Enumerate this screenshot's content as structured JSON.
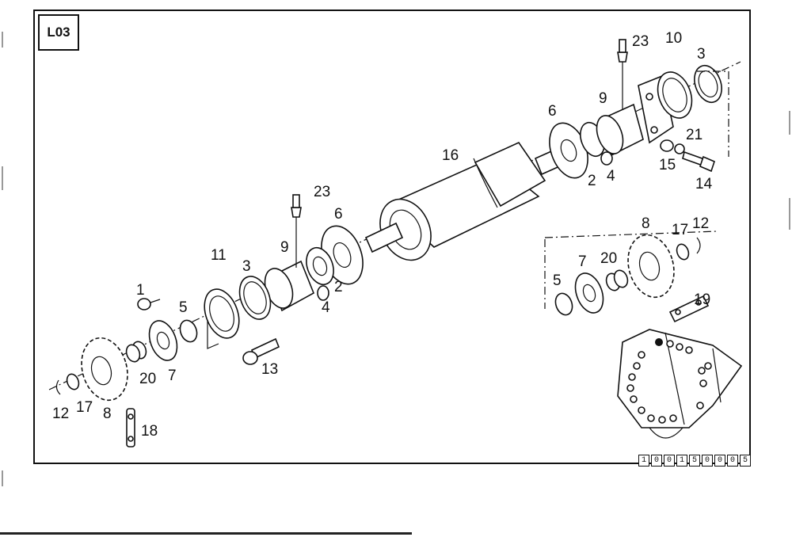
{
  "section_code": "L03",
  "document_number_digits": [
    "1",
    "0",
    "0",
    "1",
    "5",
    "0",
    "0",
    "0",
    "5"
  ],
  "callouts": {
    "c1": "1",
    "c2a": "2",
    "c2b": "2",
    "c3a": "3",
    "c3b": "3",
    "c4a": "4",
    "c4b": "4",
    "c5a": "5",
    "c5b": "5",
    "c6a": "6",
    "c6b": "6",
    "c7a": "7",
    "c7b": "7",
    "c8a": "8",
    "c8b": "8",
    "c9a": "9",
    "c9b": "9",
    "c10": "10",
    "c11": "11",
    "c12a": "12",
    "c12b": "12",
    "c13": "13",
    "c14": "14",
    "c15": "15",
    "c16": "16",
    "c17a": "17",
    "c17b": "17",
    "c18": "18",
    "c19": "19",
    "c20a": "20",
    "c20b": "20",
    "c21": "21",
    "c23a": "23",
    "c23b": "23"
  }
}
